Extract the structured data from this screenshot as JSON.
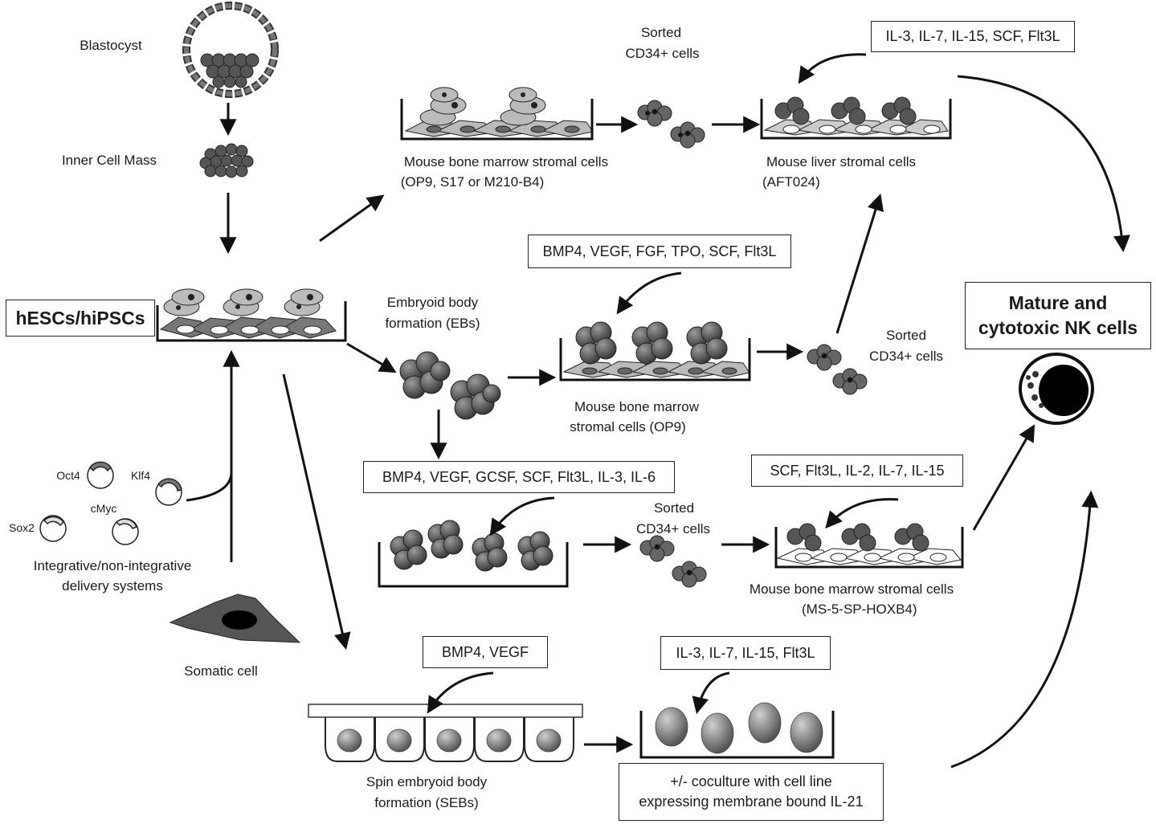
{
  "labels": {
    "blastocyst": "Blastocyst",
    "inner_cell_mass": "Inner Cell Mass",
    "hesc": "hESCs/hiPSCs",
    "oct4": "Oct4",
    "klf4": "Klf4",
    "sox2": "Sox2",
    "cmyc": "cMyc",
    "delivery_1": "Integrative/non-integrative",
    "delivery_2": "delivery systems",
    "somatic": "Somatic cell",
    "sorted_1_a": "Sorted",
    "sorted_1_b": "CD34+ cells",
    "bm_stromal_1_a": "Mouse bone marrow stromal cells",
    "bm_stromal_1_b": "(OP9, S17 or M210-B4)",
    "liver_stromal_a": "Mouse liver stromal cells",
    "liver_stromal_b": "(AFT024)",
    "eb_a": "Embryoid body",
    "eb_b": "formation (EBs)",
    "bm_op9_a": "Mouse bone marrow",
    "bm_op9_b": "stromal cells (OP9)",
    "sorted_2_a": "Sorted",
    "sorted_2_b": "CD34+ cells",
    "sorted_3_a": "Sorted",
    "sorted_3_b": "CD34+ cells",
    "ms5_a": "Mouse bone marrow stromal cells",
    "ms5_b": "(MS-5-SP-HOXB4)",
    "seb_a": "Spin embryoid body",
    "seb_b": "formation (SEBs)"
  },
  "boxes": {
    "cytokines_top": "IL-3, IL-7, IL-15, SCF, Flt3L",
    "cytokines_op9": "BMP4, VEGF, FGF, TPO, SCF, Flt3L",
    "cytokines_eb": "BMP4, VEGF, GCSF, SCF, Flt3L, IL-3, IL-6",
    "cytokines_ms5": "SCF, Flt3L, IL-2, IL-7, IL-15",
    "cytokines_seb": "BMP4, VEGF",
    "cytokines_seb2": "IL-3, IL-7, IL-15, Flt3L",
    "coculture_1": "+/-  coculture with cell line",
    "coculture_2": "expressing membrane bound IL-21",
    "nk_1": "Mature and",
    "nk_2": "cytotoxic NK cells"
  }
}
